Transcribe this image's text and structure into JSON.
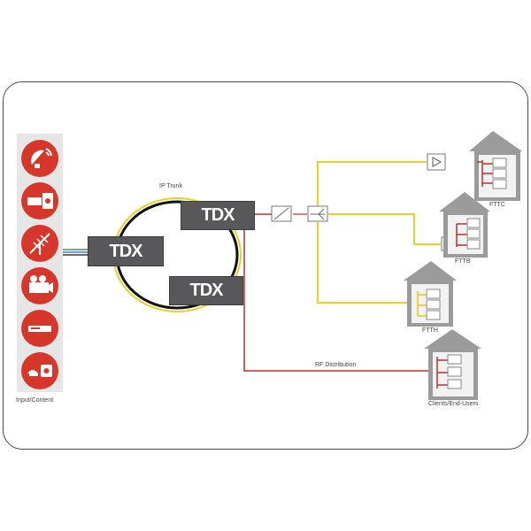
{
  "labels": {
    "input": "Input/Content",
    "ip_trunk": "IP Trunk",
    "rf_distribution": "RF Distribution",
    "fttc": "FTTC",
    "fttb": "FTTB",
    "ftth": "FTTH",
    "clients": "Clients/End-Users"
  },
  "tdx_logo": "TDX",
  "source_icons": [
    "satellite-dish-icon",
    "camera-input-icon",
    "antenna-icon",
    "broadcast-camera-icon",
    "set-top-box-icon",
    "media-player-icon"
  ],
  "colors": {
    "brand_red": "#d7372b",
    "fiber_yellow": "#e8d02a",
    "rf_red": "#b8322a",
    "node_gray": "#58585a",
    "house_gray": "#9b9b9b"
  }
}
